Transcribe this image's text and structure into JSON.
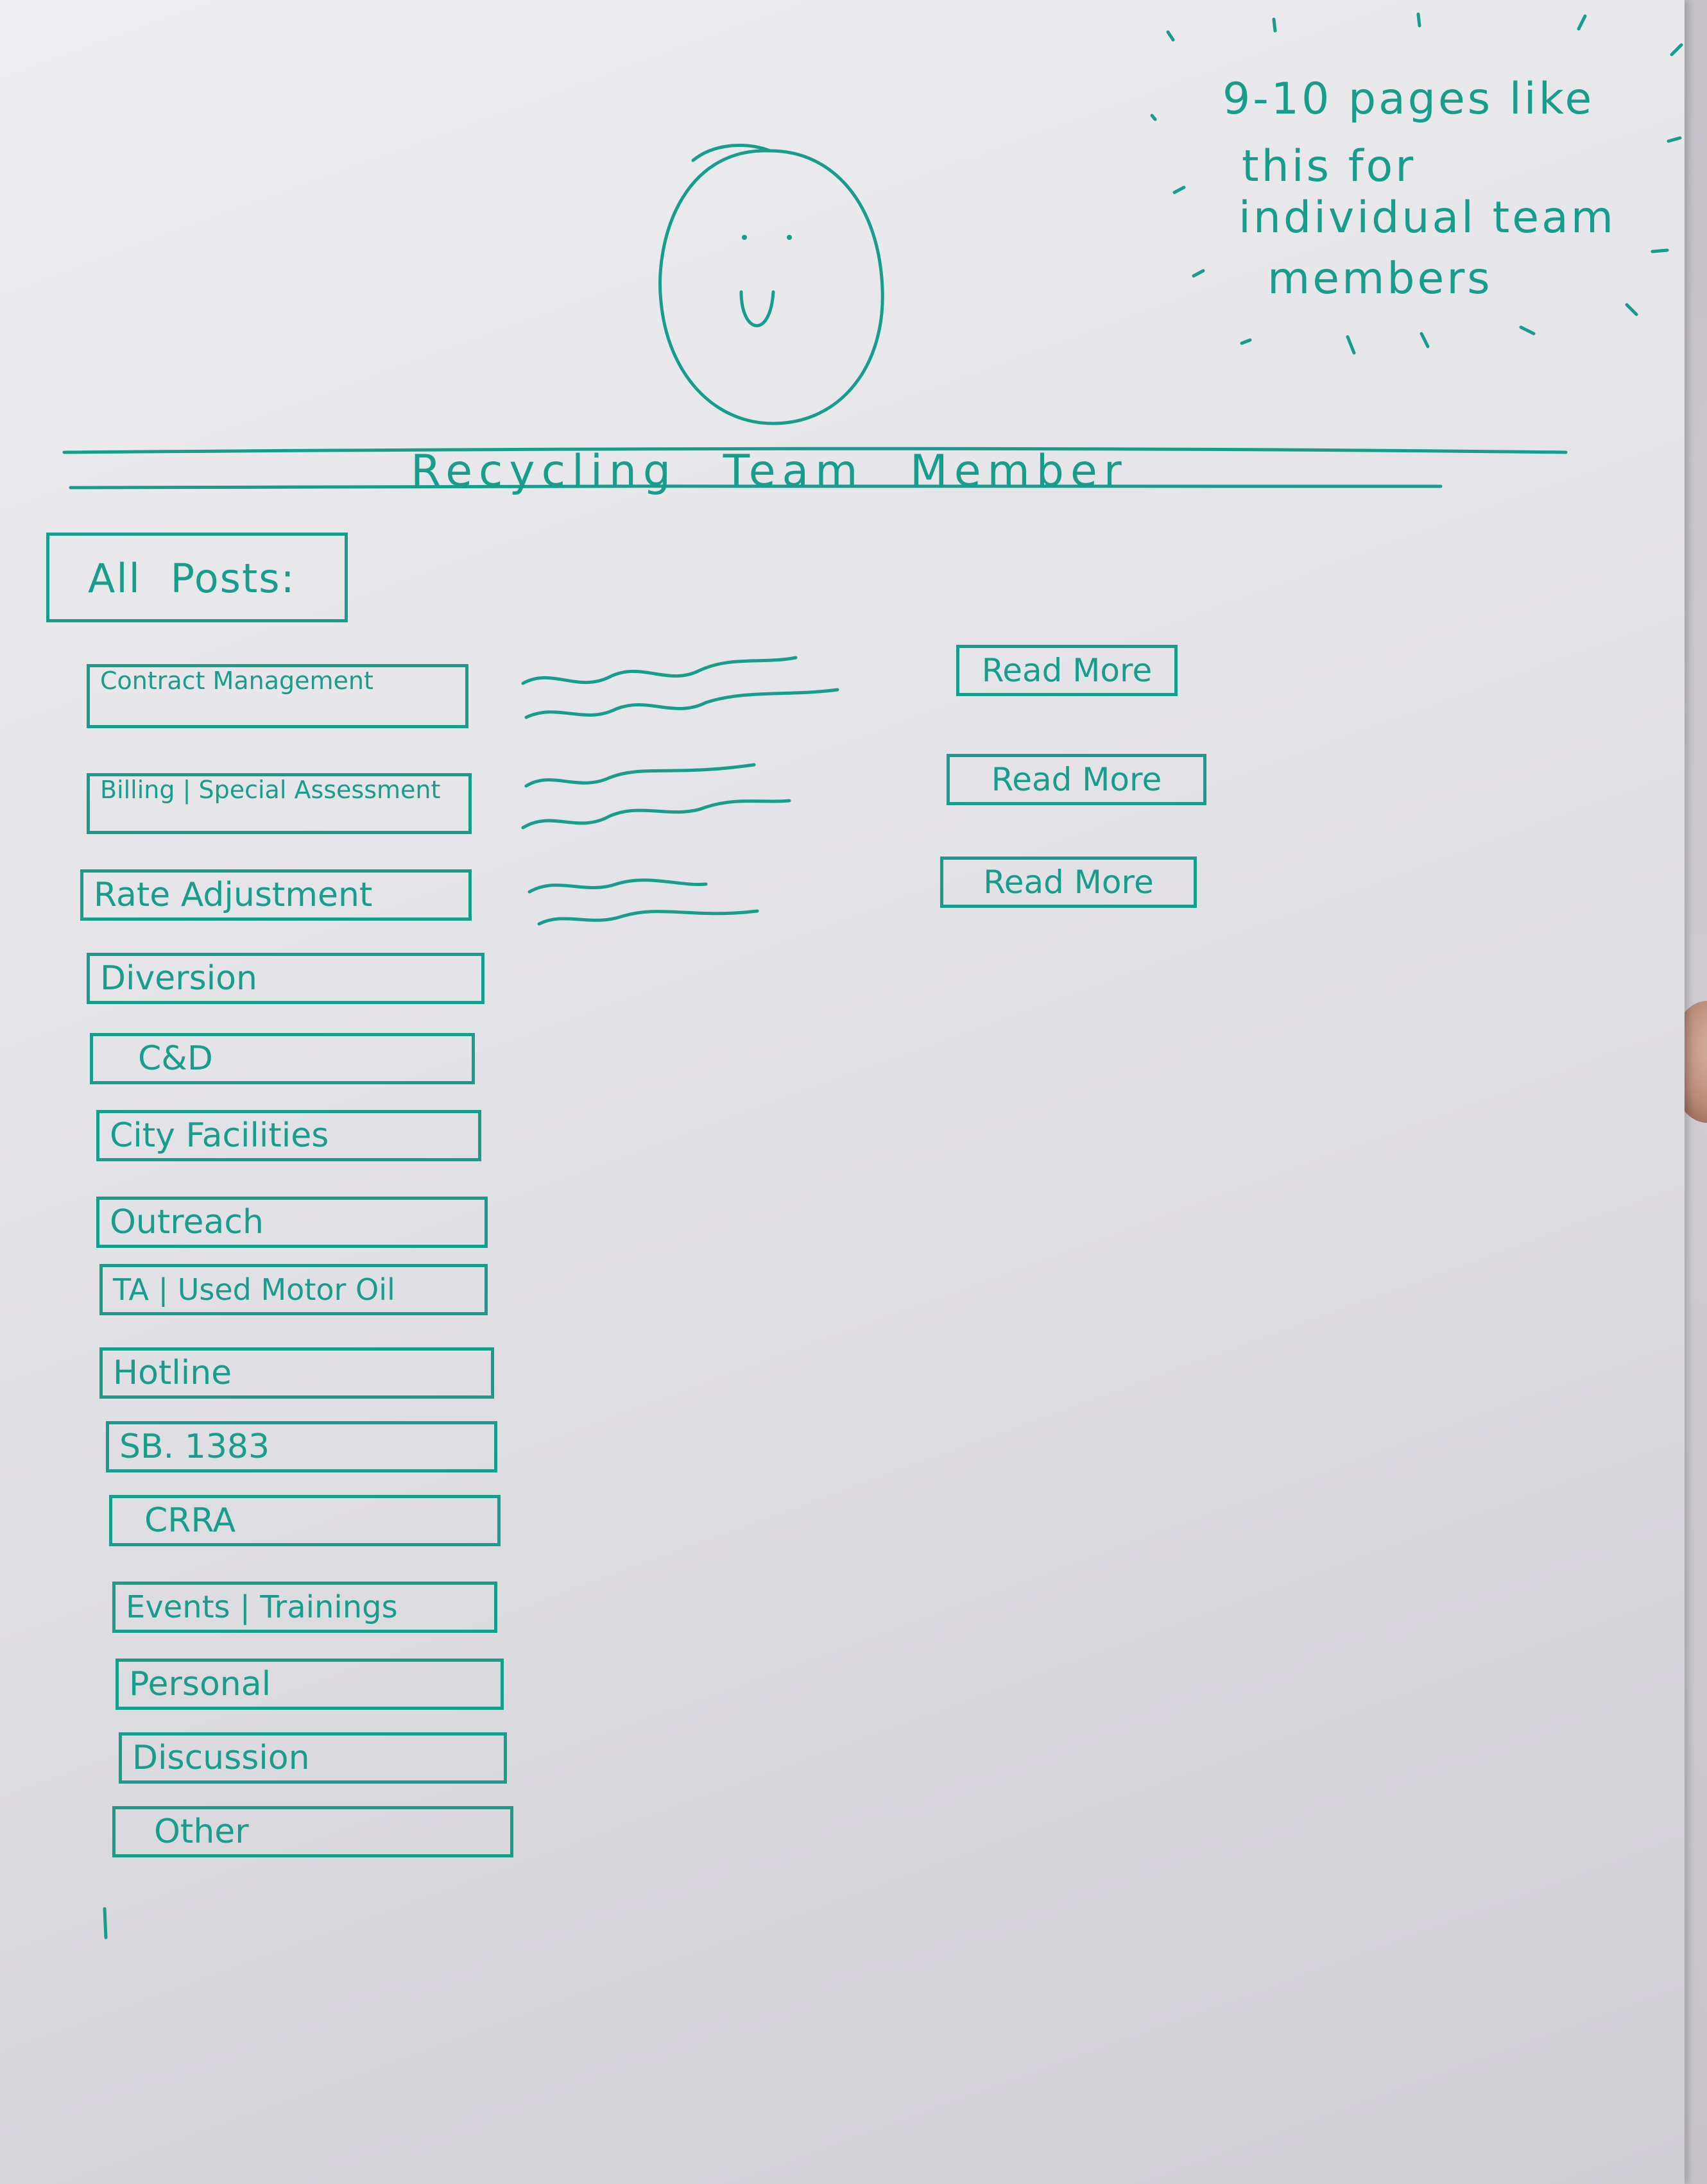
{
  "annotation": {
    "lines": [
      "9-10 pages like",
      "this for",
      "individual team",
      "members"
    ]
  },
  "header": {
    "title": "Recycling Team Member"
  },
  "posts": {
    "heading": "All Posts:",
    "featured": [
      {
        "category": "Contract Management",
        "cta": "Read More"
      },
      {
        "category": "Billing | Special Assessment",
        "cta": "Read More"
      },
      {
        "category": "Rate Adjustment",
        "cta": "Read More"
      }
    ],
    "categories": [
      "Diversion",
      "C&D",
      "City Facilities",
      "Outreach",
      "TA | Used Motor Oil",
      "Hotline",
      "SB. 1383",
      "CRRA",
      "Events | Trainings",
      "Personal",
      "Discussion",
      "Other"
    ]
  },
  "colors": {
    "ink": "#179d8c",
    "paper": "#e7e6ea"
  },
  "icons": {
    "avatar": "smiley-face-icon"
  }
}
